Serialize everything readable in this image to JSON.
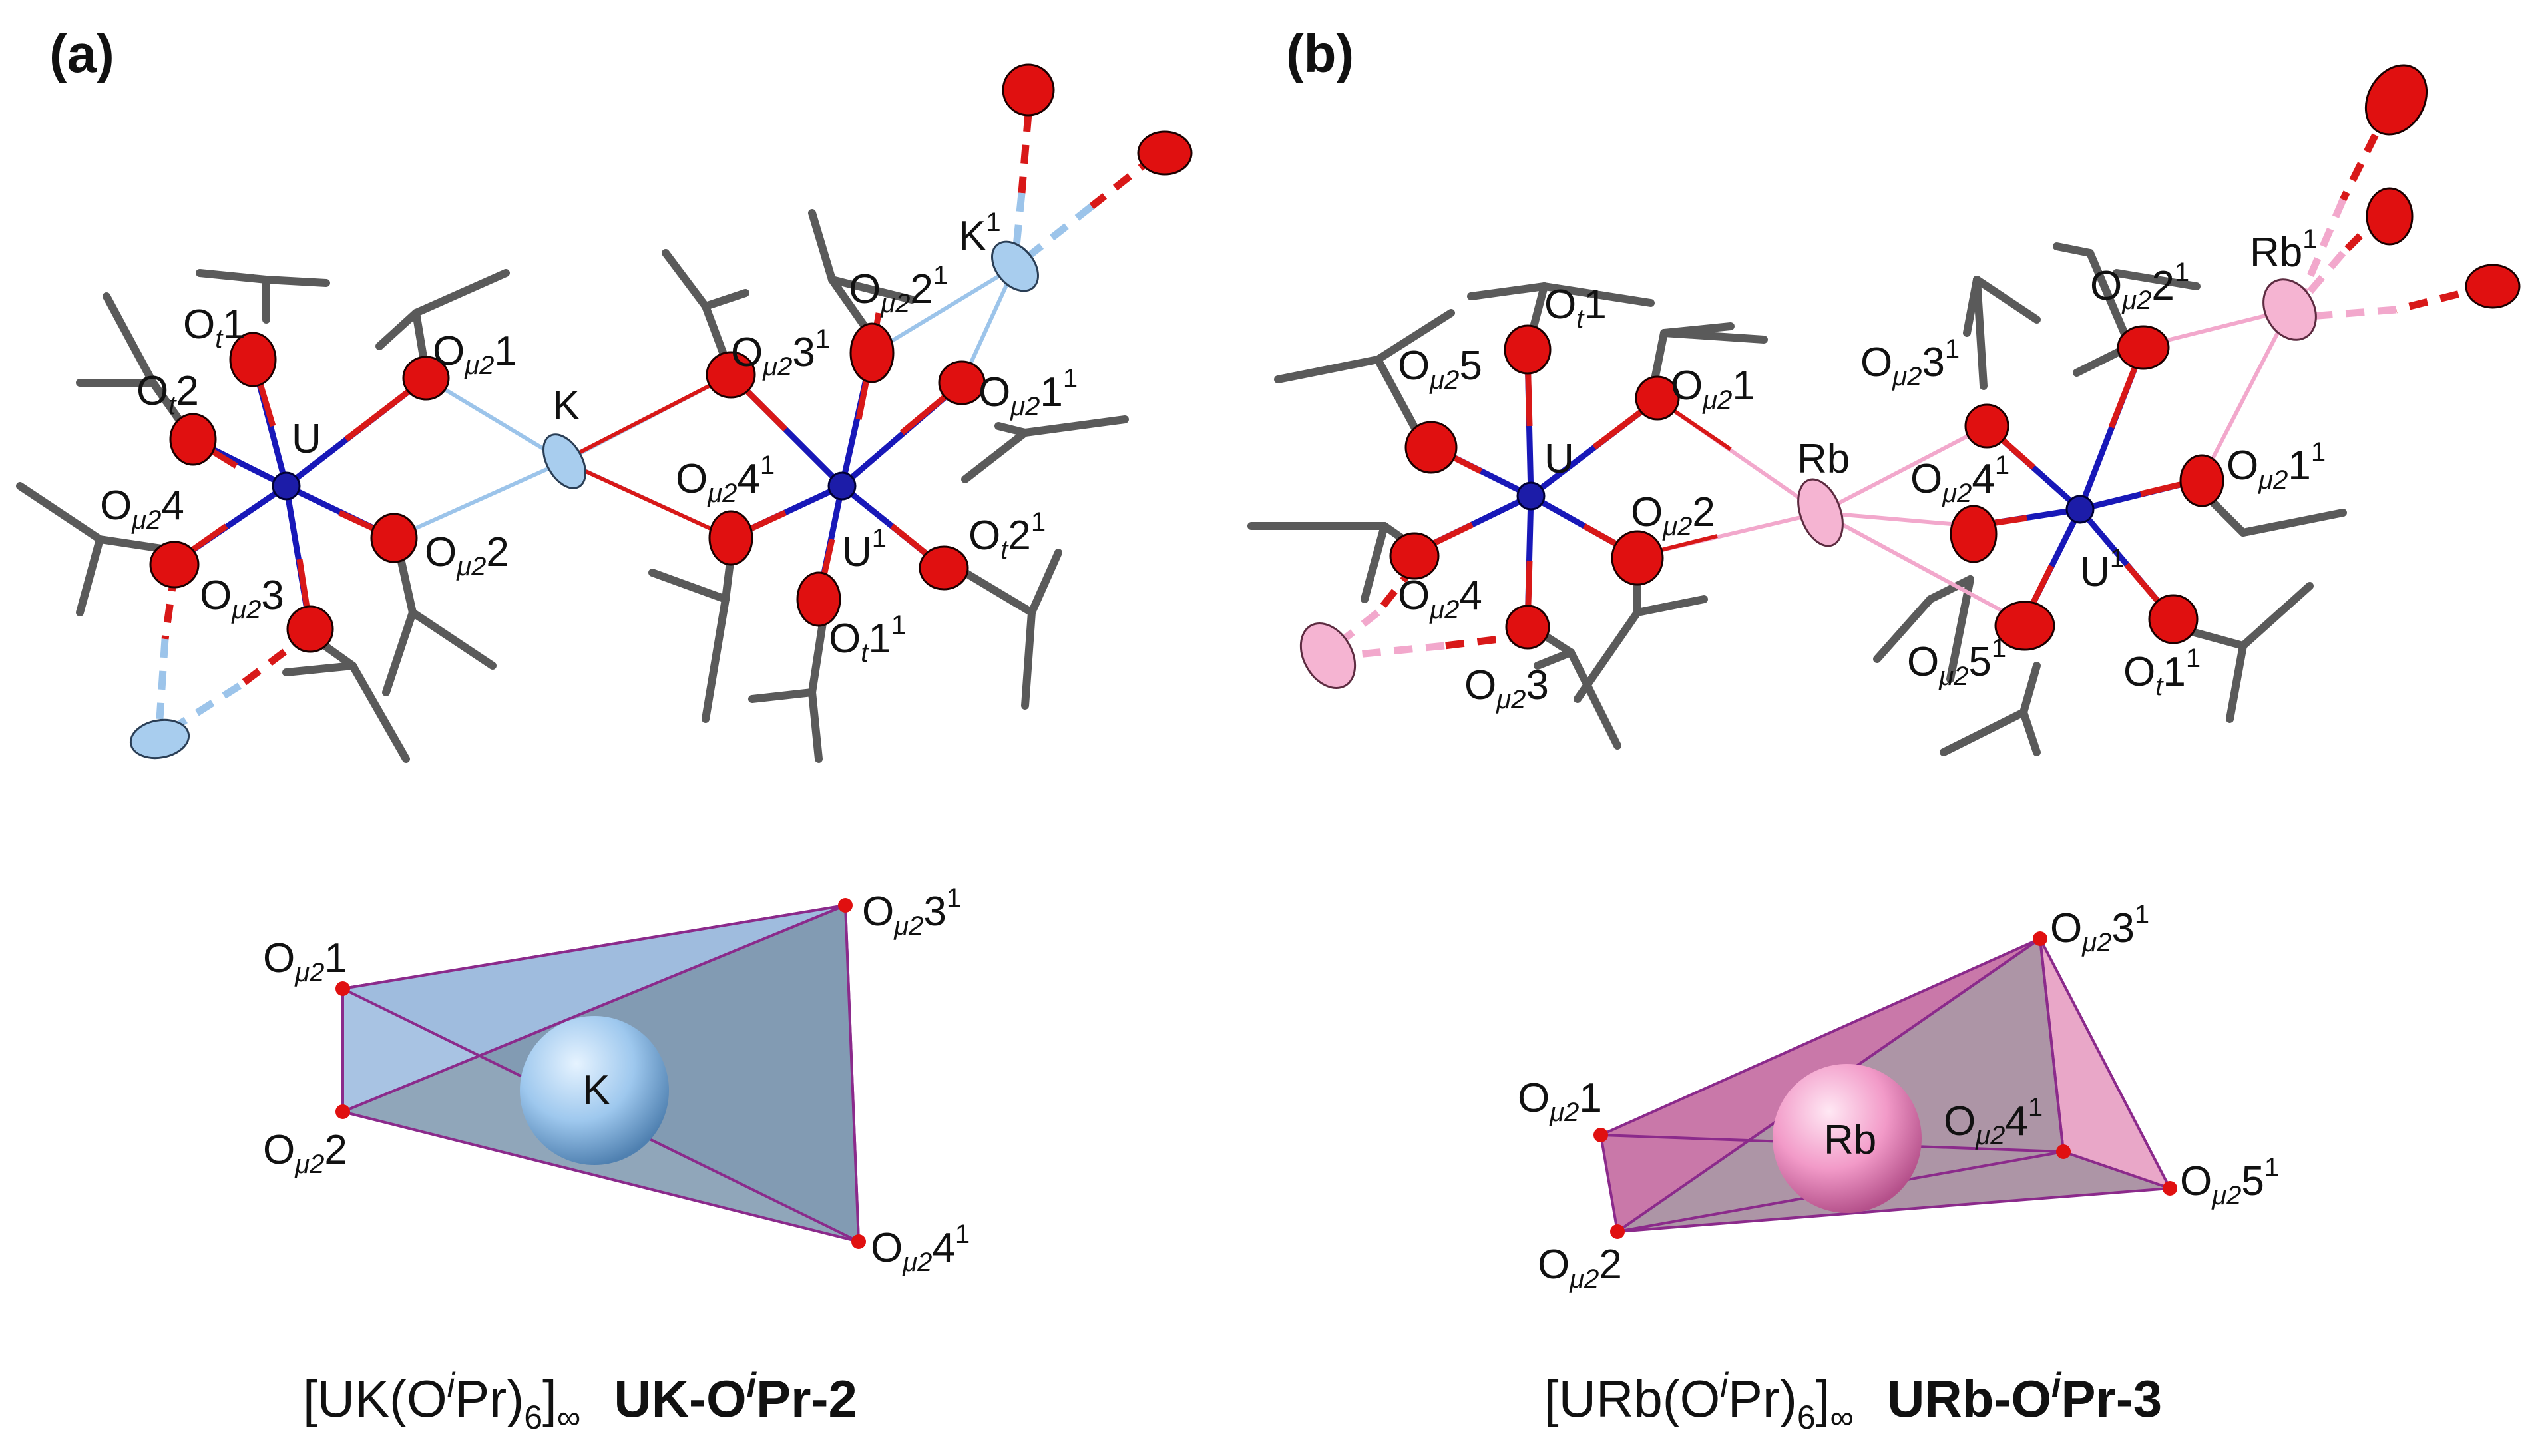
{
  "panels": {
    "a": {
      "label": "(a)",
      "caption_formula": "[UK(O",
      "caption_formula_i": "i",
      "caption_formula_rest": "Pr)",
      "caption_formula_sub": "6",
      "caption_formula_end": "]",
      "caption_infinity": "∞",
      "caption_code_a": "UK-O",
      "caption_code_i": "i",
      "caption_code_b": "Pr-2",
      "central_atom": "K",
      "atom_labels": {
        "U": "U",
        "U1": "U",
        "K": "K",
        "K1": "K",
        "Ot1": "O",
        "Ot2": "O",
        "Omu21": "O",
        "Omu22": "O",
        "Omu23": "O",
        "Omu24": "O",
        "Omu231": "O",
        "Omu241": "O",
        "Omu221": "O",
        "Omu211": "O",
        "Ot21": "O",
        "Ot11": "O"
      },
      "polyhedron_labels": [
        "Oμ21",
        "Oμ22",
        "Oμ231",
        "Oμ241"
      ]
    },
    "b": {
      "label": "(b)",
      "caption_formula": "[URb(O",
      "caption_formula_i": "i",
      "caption_formula_rest": "Pr)",
      "caption_formula_sub": "6",
      "caption_formula_end": "]",
      "caption_infinity": "∞",
      "caption_code_a": "URb-O",
      "caption_code_i": "i",
      "caption_code_b": "Pr-3",
      "central_atom": "Rb",
      "polyhedron_labels": [
        "Oμ21",
        "Oμ22",
        "Oμ231",
        "Oμ241",
        "Oμ251"
      ]
    }
  },
  "text": {
    "O": "O",
    "t": "t",
    "mu2": "μ2",
    "one": "1",
    "two": "2",
    "three": "3",
    "four": "4",
    "five": "5",
    "sup1": "1",
    "U": "U",
    "K": "K",
    "Rb": "Rb"
  },
  "colors": {
    "oxygen": "#e01010",
    "uranium": "#1c1ca8",
    "potassium": "#a8cdee",
    "rubidium": "#f5b4d2",
    "carbon_bond": "#5a5a5a",
    "k_polyhedron_fill": "#7f9fc0",
    "rb_polyhedron_fill": "#d07aaa",
    "polyhedron_edge": "#8b2a8b"
  }
}
